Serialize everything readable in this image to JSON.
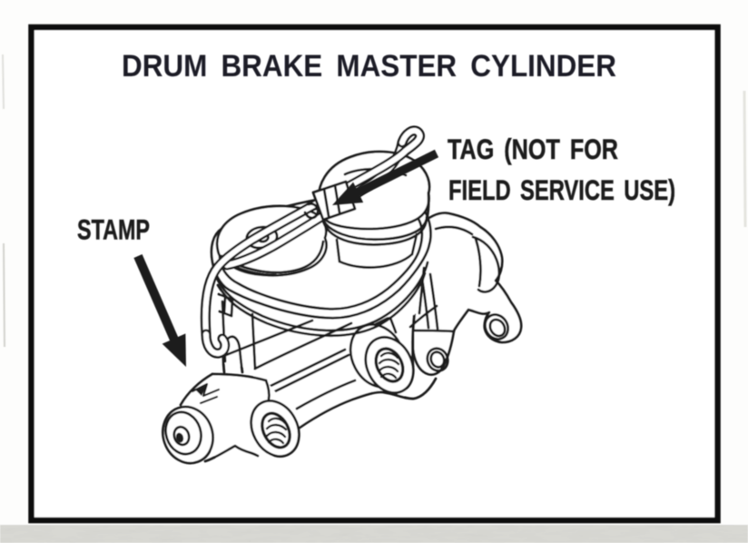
{
  "figure": {
    "title": "DRUM BRAKE MASTER CYLINDER",
    "labels": {
      "stamp": "STAMP",
      "tag_line1": "TAG  (NOT FOR",
      "tag_line2": "FIELD SERVICE USE)"
    },
    "colors": {
      "ink": "#1f1f1f",
      "title_ink": "#1a1a26",
      "frame": "#0d0d0d",
      "paper": "#fdfdfc",
      "scan_edge_gray": "#dcdcd8"
    }
  }
}
